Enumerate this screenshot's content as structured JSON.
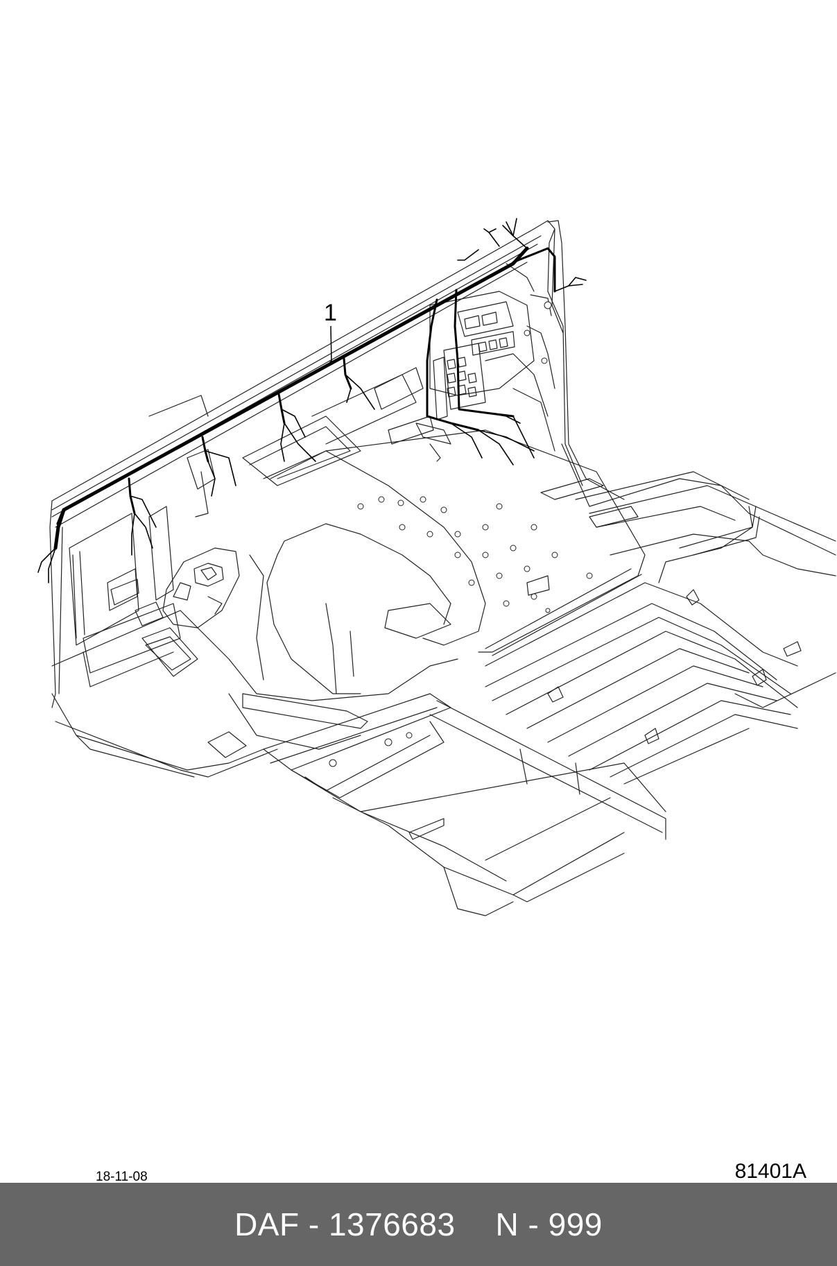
{
  "callout": {
    "label": "1"
  },
  "meta": {
    "date": "18-11-08",
    "illustration_code": "81401A"
  },
  "footer": {
    "part": "DAF - 1376683",
    "qty": "N - 999",
    "background": "#666666",
    "text_color": "#ffffff"
  }
}
